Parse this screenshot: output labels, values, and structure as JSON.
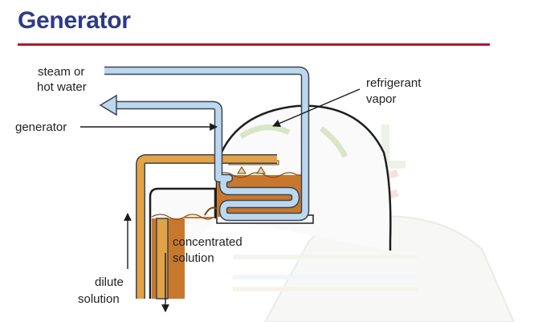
{
  "slide": {
    "title": "Generator"
  },
  "labels": {
    "steam_line1": "steam or",
    "steam_line2": "hot water",
    "generator": "generator",
    "refrigerant_line1": "refrigerant",
    "refrigerant_line2": "vapor",
    "concentrated_line1": "concentrated",
    "concentrated_line2": "solution",
    "dilute_line1": "dilute",
    "dilute_line2": "solution"
  },
  "colors": {
    "title": "#2e3a87",
    "rule": "#b5172d",
    "steam_pipe": "#bcd8ee",
    "steam_pipe_edge": "#3d4451",
    "solution_pipe": "#e2a246",
    "solution_liquid": "#c7782d",
    "vessel_outline": "#1e1e1e",
    "vessel_fill": "#fafafa",
    "faded_background": "#dfe9d3"
  }
}
